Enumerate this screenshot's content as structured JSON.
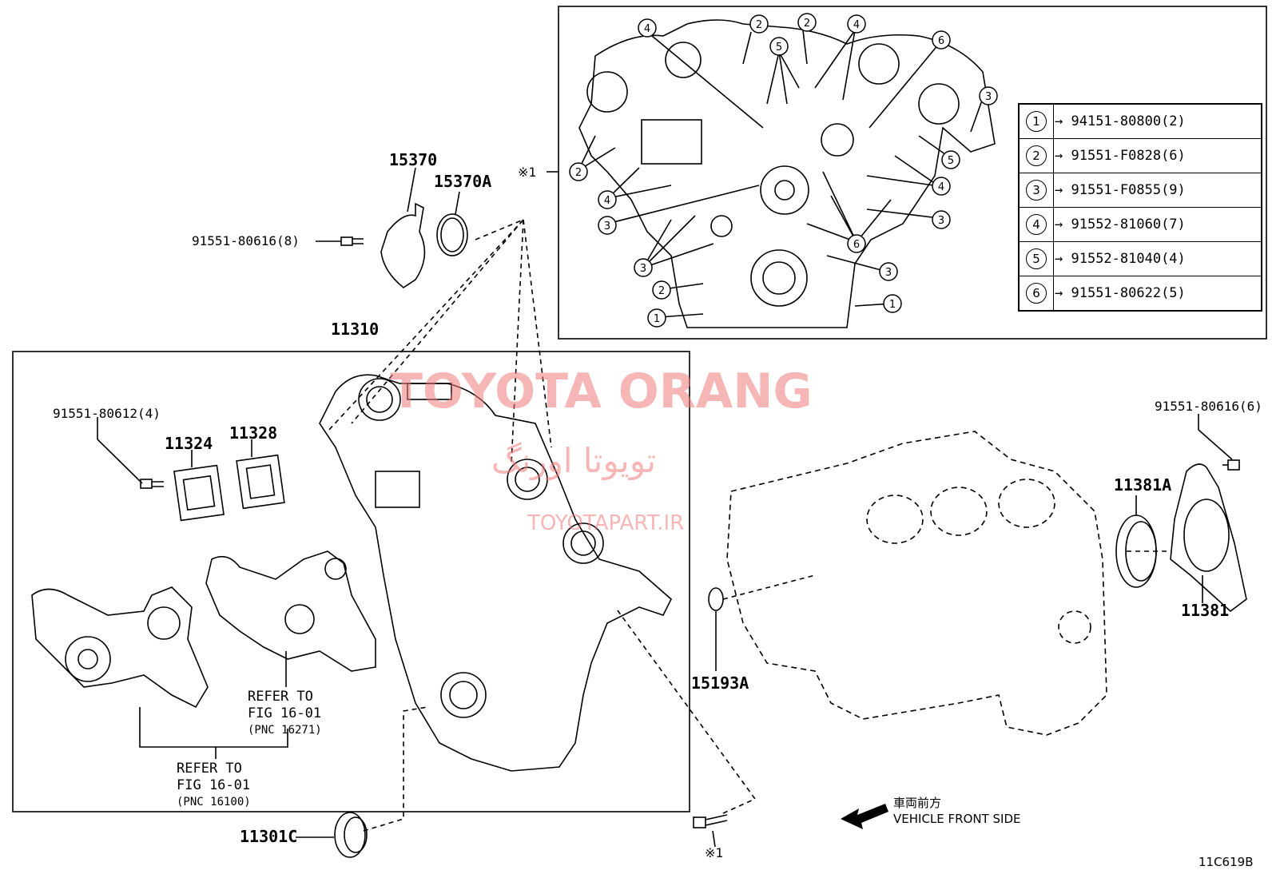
{
  "watermark": {
    "brand": "TOYOTA ORANG",
    "brand_fa": "تویوتا اورنگ",
    "site": "TOYOTAPART.IR"
  },
  "callout_box": {
    "ref_mark": "※1"
  },
  "legend": [
    {
      "num": "1",
      "part": "94151-80800(2)"
    },
    {
      "num": "2",
      "part": "91551-F0828(6)"
    },
    {
      "num": "3",
      "part": "91551-F0855(9)"
    },
    {
      "num": "4",
      "part": "91552-81060(7)"
    },
    {
      "num": "5",
      "part": "91552-81040(4)"
    },
    {
      "num": "6",
      "part": "91551-80622(5)"
    }
  ],
  "parts": {
    "p15370": "15370",
    "p15370A": "15370A",
    "p91551_80616_8": "91551-80616(8)",
    "p11310": "11310",
    "p91551_80612_4": "91551-80612(4)",
    "p11324": "11324",
    "p11328": "11328",
    "p91551_80616_6": "91551-80616(6)",
    "p11381A": "11381A",
    "p11381": "11381",
    "p15193A": "15193A",
    "p11301C": "11301C",
    "ref_bolt": "※1"
  },
  "notes": {
    "refer1_line1": "REFER TO",
    "refer1_line2": "FIG 16-01",
    "refer1_line3": "(PNC 16271)",
    "refer2_line1": "REFER TO",
    "refer2_line2": "FIG 16-01",
    "refer2_line3": "(PNC 16100)"
  },
  "direction": {
    "jp": "車両前方",
    "en": "VEHICLE FRONT SIDE"
  },
  "figure_code": "11C619B"
}
